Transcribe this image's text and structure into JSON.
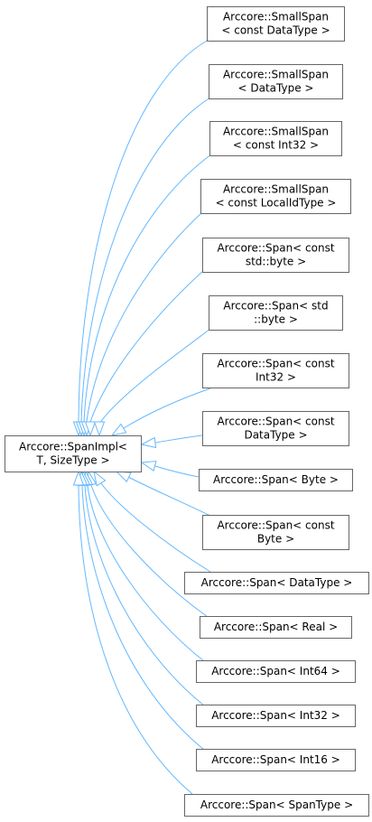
{
  "base": {
    "lines": [
      "Arccore::SpanImpl<",
      "T, SizeType >"
    ]
  },
  "derived": [
    {
      "lines": [
        "Arccore::SmallSpan",
        "< const DataType >"
      ]
    },
    {
      "lines": [
        "Arccore::SmallSpan",
        "< DataType >"
      ]
    },
    {
      "lines": [
        "Arccore::SmallSpan",
        "< const Int32 >"
      ]
    },
    {
      "lines": [
        "Arccore::SmallSpan",
        "< const LocalIdType >"
      ]
    },
    {
      "lines": [
        "Arccore::Span< const",
        "std::byte >"
      ]
    },
    {
      "lines": [
        "Arccore::Span< std",
        "::byte >"
      ]
    },
    {
      "lines": [
        "Arccore::Span< const",
        "Int32 >"
      ]
    },
    {
      "lines": [
        "Arccore::Span< const",
        "DataType >"
      ]
    },
    {
      "lines": [
        "Arccore::Span< Byte >"
      ]
    },
    {
      "lines": [
        "Arccore::Span< const",
        "Byte >"
      ]
    },
    {
      "lines": [
        "Arccore::Span< DataType >"
      ]
    },
    {
      "lines": [
        "Arccore::Span< Real >"
      ]
    },
    {
      "lines": [
        "Arccore::Span< Int64 >"
      ]
    },
    {
      "lines": [
        "Arccore::Span< Int32 >"
      ]
    },
    {
      "lines": [
        "Arccore::Span< Int16 >"
      ]
    },
    {
      "lines": [
        "Arccore::Span< SpanType >"
      ]
    }
  ],
  "colors": {
    "edge": "#63b8ff",
    "border": "#666666",
    "text": "#000000",
    "background": "#ffffff"
  }
}
